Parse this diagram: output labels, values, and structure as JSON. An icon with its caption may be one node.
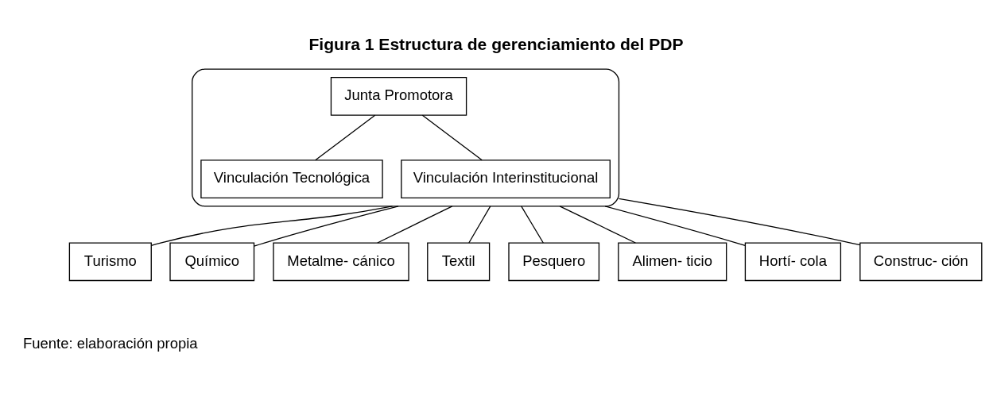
{
  "diagram": {
    "title": "Figura 1 Estructura de gerenciamiento del PDP",
    "caption": "Fuente: elaboración propia",
    "nodes": [
      {
        "text": [],
        "shape": "ellipse"
      },
      {
        "text": [
          "Junta Promotora"
        ],
        "in": 0
      },
      {
        "text": [
          "Vinculación Tecnológica"
        ],
        "in": 0
      },
      {
        "text": [
          "Vinculación Interinstitucional"
        ],
        "in": 0
      },
      {
        "text": [
          "Turismo"
        ]
      },
      {
        "text": [
          "Químico"
        ]
      },
      {
        "text": [
          "Metalme- cánico"
        ]
      },
      {
        "text": [
          "Textil"
        ]
      },
      {
        "text": [
          "Pesquero"
        ]
      },
      {
        "text": [
          "Alimen- ticio"
        ]
      },
      {
        "text": [
          "Hortí- cola"
        ]
      },
      {
        "text": [
          "Construc- ción"
        ]
      }
    ],
    "edges": [
      {
        "from": 1,
        "to": 2,
        "arrow": "none"
      },
      {
        "from": 1,
        "to": 3,
        "arrow": "none"
      },
      {
        "from": 0,
        "to": 4,
        "arrow": "none"
      },
      {
        "from": 0,
        "to": 5,
        "arrow": "none"
      },
      {
        "from": 0,
        "to": 6,
        "arrow": "none"
      },
      {
        "from": 0,
        "to": 7,
        "arrow": "none"
      },
      {
        "from": 0,
        "to": 8,
        "arrow": "none"
      },
      {
        "from": 0,
        "to": 9,
        "arrow": "none"
      },
      {
        "from": 0,
        "to": 10,
        "arrow": "none"
      },
      {
        "from": 0,
        "to": 11,
        "arrow": "none"
      }
    ]
  }
}
